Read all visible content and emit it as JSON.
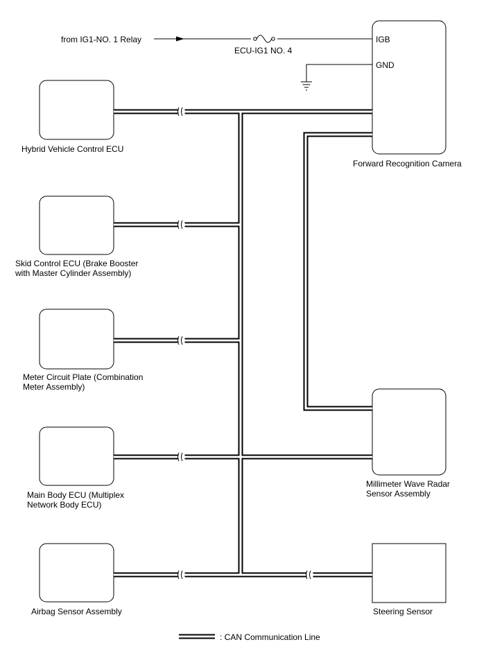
{
  "power": {
    "source_label": "from IG1-NO. 1 Relay",
    "fuse_label": "ECU-IG1 NO. 4"
  },
  "camera": {
    "name": "Forward Recognition Camera",
    "pin_igb": "IGB",
    "pin_gnd": "GND"
  },
  "ecus": {
    "hybrid": "Hybrid Vehicle Control ECU",
    "skid_line1": "Skid Control ECU (Brake Booster",
    "skid_line2": "with Master Cylinder Assembly)",
    "meter_line1": "Meter Circuit Plate (Combination",
    "meter_line2": "Meter Assembly)",
    "body_line1": "Main Body ECU (Multiplex",
    "body_line2": "Network Body ECU)",
    "airbag": "Airbag Sensor Assembly",
    "radar_line1": "Millimeter Wave Radar",
    "radar_line2": "Sensor Assembly",
    "steering": "Steering Sensor"
  },
  "legend": {
    "can_label": ": CAN Communication Line"
  }
}
